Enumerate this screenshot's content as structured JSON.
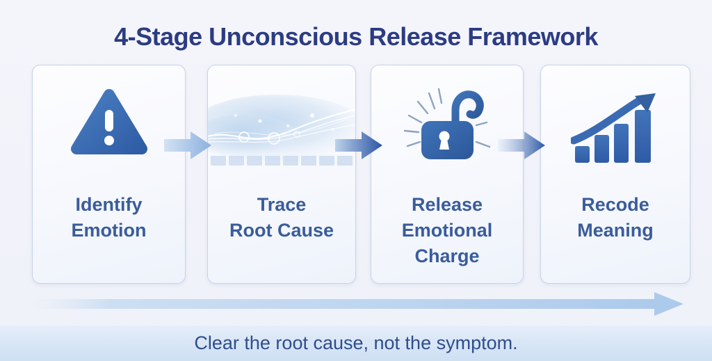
{
  "title": "4-Stage Unconscious Release Framework",
  "stages": [
    {
      "id": "identify-emotion",
      "label": "Identify\nEmotion",
      "icon": "warning-triangle-icon"
    },
    {
      "id": "trace-root-cause",
      "label": "Trace\nRoot Cause",
      "icon": "neural-wave-icon"
    },
    {
      "id": "release-emotional-charge",
      "label": "Release\nEmotional\nCharge",
      "icon": "unlocked-padlock-icon"
    },
    {
      "id": "recode-meaning",
      "label": "Recode\nMeaning",
      "icon": "rising-bar-chart-icon"
    }
  ],
  "footer": {
    "tagline": "Clear the root cause, not the symptom."
  },
  "colors": {
    "title_text": "#2b3c82",
    "stage_label_text": "#3a5c9b",
    "footer_text": "#2e4d8d",
    "icon_blue": "#3a6cb2",
    "step_arrow_light": "#8bb1de",
    "step_arrow_dark": "#2b55a4",
    "flow_arrow": "#abc9ec",
    "footer_band": "#d6e4f5",
    "card_border": "#c6d3e6"
  }
}
